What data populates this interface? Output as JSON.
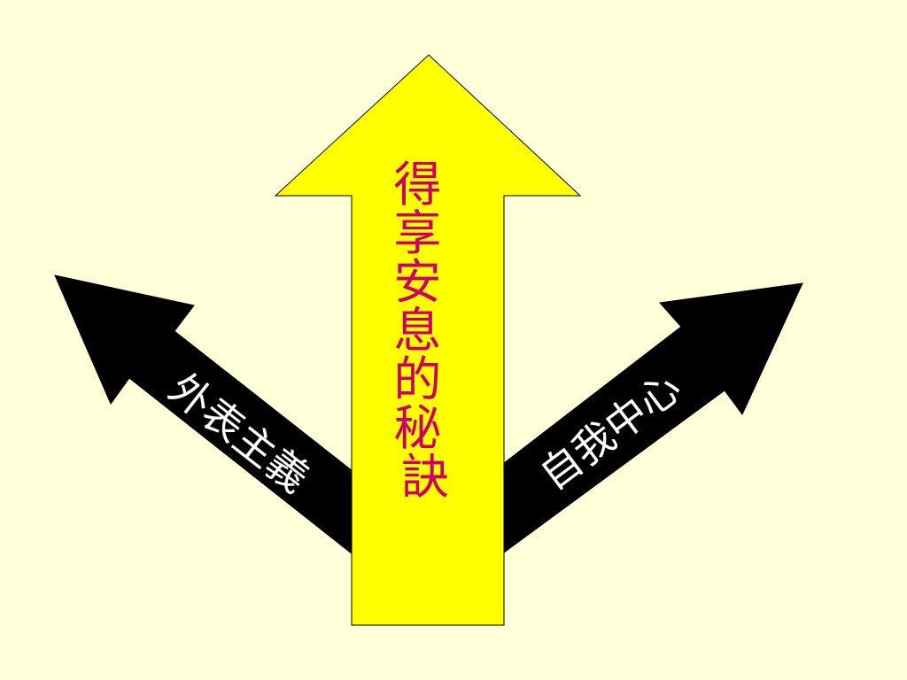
{
  "colors": {
    "background": "#FFFFD9",
    "center_arrow_fill": "#FFFF00",
    "center_arrow_text": "#CC0066",
    "side_arrow_fill": "#000000",
    "side_arrow_text": "#FFFFFF"
  },
  "arrows": {
    "center": {
      "label": "得享安息的秘訣",
      "chars": [
        "得",
        "享",
        "安",
        "息",
        "的",
        "秘",
        "訣"
      ]
    },
    "left": {
      "label": "外表主義"
    },
    "right": {
      "label": "自我中心"
    }
  }
}
